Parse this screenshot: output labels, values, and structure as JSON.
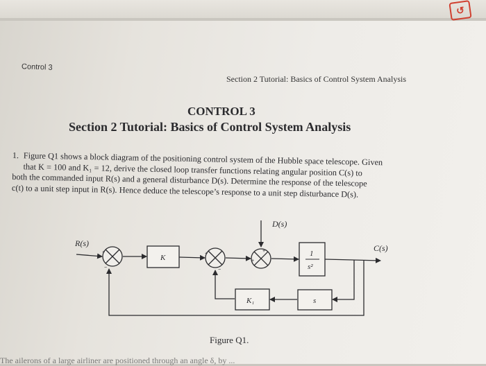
{
  "header": {
    "left_label": "Control 3",
    "right_label": "Section 2 Tutorial: Basics of Control System Analysis"
  },
  "title": {
    "main": "CONTROL 3",
    "sub": "Section 2 Tutorial: Basics of Control System Analysis"
  },
  "question": {
    "number": "1.",
    "lines": [
      "Figure Q1 shows a block diagram of the positioning control system of the Hubble space telescope. Given",
      "that K = 100 and K₁ = 12, derive the closed loop transfer functions relating angular position C(s) to",
      "both the commanded input R(s) and a general disturbance D(s). Determine the response of the telescope",
      "c(t) to a unit step input in R(s). Hence deduce the telescope’s response to a unit step disturbance D(s)."
    ]
  },
  "diagram": {
    "input_label": "R(s)",
    "output_label": "C(s)",
    "disturbance_label": "D(s)",
    "block_k": "K",
    "block_k1": "K₁",
    "block_s": "s",
    "block_plant_num": "1",
    "block_plant_den": "s²",
    "plus": "+",
    "minus": "−"
  },
  "caption": "Figure Q1.",
  "footer_partial": "The ailerons of a large airliner are positioned through an angle δ, by ..."
}
